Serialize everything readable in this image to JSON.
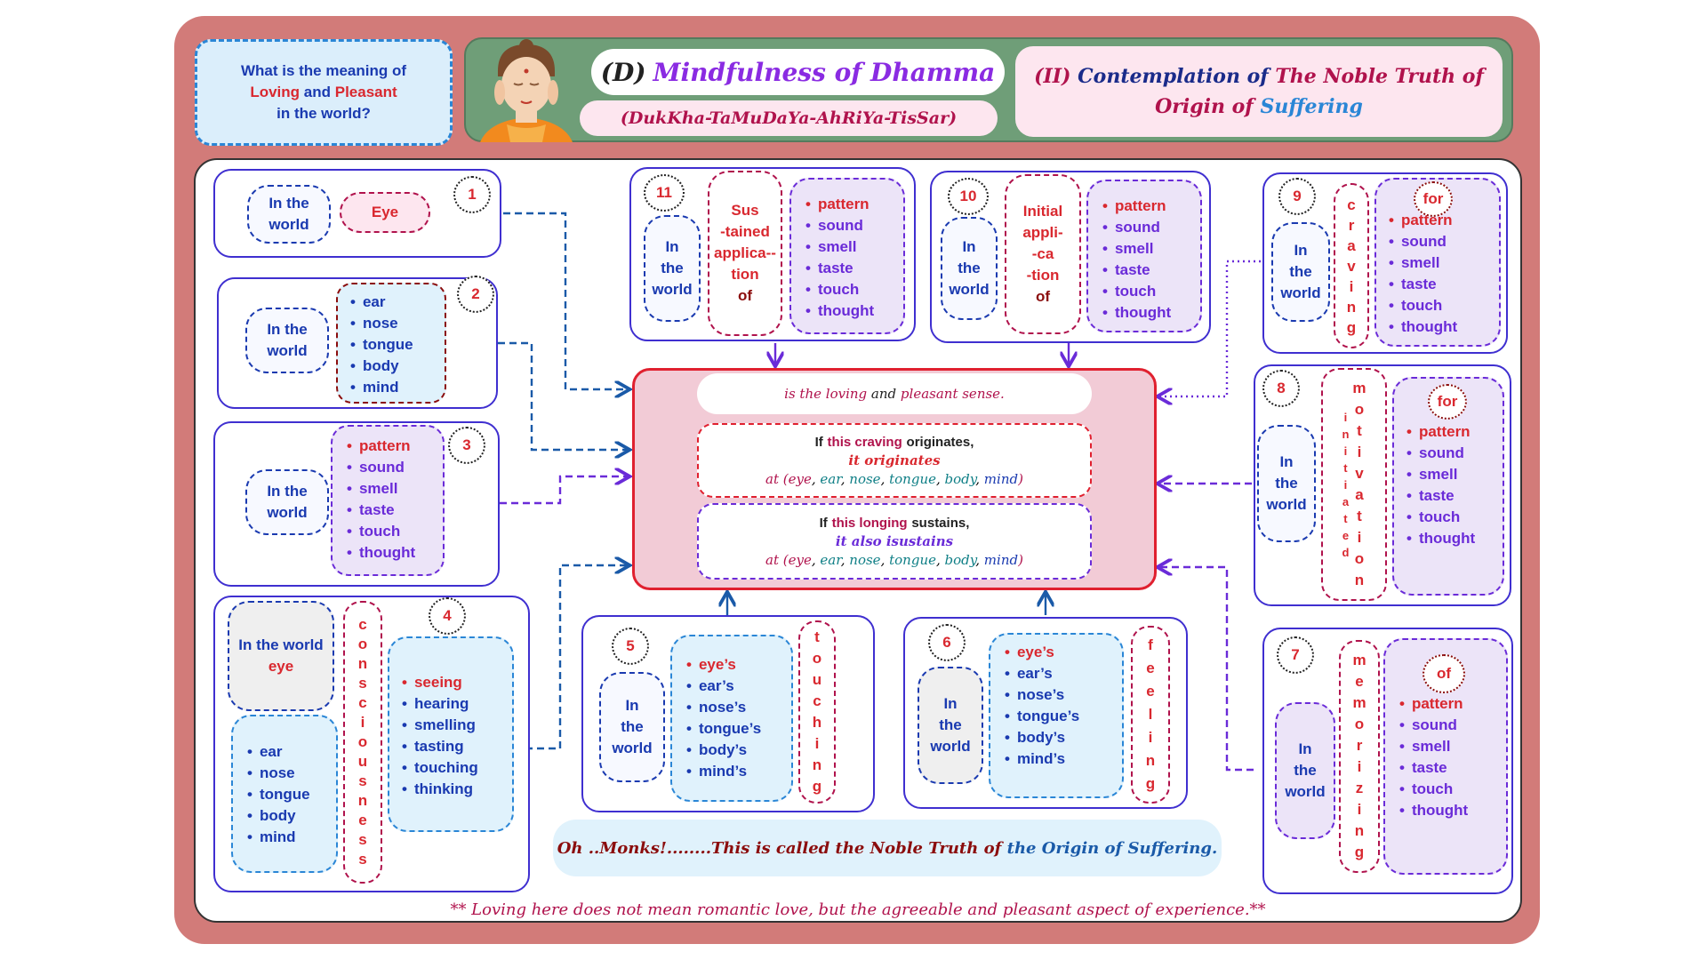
{
  "question": {
    "line1": "What is the meaning of",
    "word_loving": "Loving",
    "word_and": "and",
    "word_pleasant": "Pleasant",
    "line3": "in the world?"
  },
  "header": {
    "title_letter": "(D)",
    "title_text": "Mindfulness of Dhamma",
    "subtitle": "(DukKha-TaMuDaYa-AhRiYa-TisSar)",
    "contemplation_num": "(II)",
    "contemplation_text": "Contemplation of",
    "noble_truth": "The Noble Truth of",
    "origin_of": "Origin of",
    "suffering": "Suffering"
  },
  "center": {
    "sense_a": "is the loving",
    "sense_b": "and",
    "sense_c": "pleasant sense.",
    "origin_if": "If",
    "origin_craving": "this craving",
    "origin_originates": "originates,",
    "origin_it": "it  originates",
    "sustain_if": "If",
    "sustain_longing": "this longing",
    "sustain_sustains": "sustains,",
    "sustain_it": "it also isustains",
    "at_prefix": "at (",
    "at_organs": [
      "eye",
      "ear",
      "nose",
      "tongue",
      "body",
      "mind"
    ],
    "at_suffix": ")"
  },
  "monks": {
    "a": "Oh ..Monks!........This is called the Noble Truth of",
    "b": "the Origin of Suffering",
    "c": "."
  },
  "footnote": "** Loving here does not mean romantic love, but the agreeable and pleasant aspect of experience.**",
  "common": {
    "in_the_world": "In the world",
    "in": "In",
    "the": "the",
    "world": "world"
  },
  "boxes": {
    "b1": {
      "num": "1",
      "organ": "Eye"
    },
    "b2": {
      "num": "2",
      "items": [
        "ear",
        "nose",
        "tongue",
        "body",
        "mind"
      ]
    },
    "b3": {
      "num": "3",
      "items": [
        "pattern",
        "sound",
        "smell",
        "taste",
        "touch",
        "thought"
      ]
    },
    "b4": {
      "num": "4",
      "top_label_a": "In the  world",
      "top_label_b": "eye",
      "organs": [
        "ear",
        "nose",
        "tongue",
        "body",
        "mind"
      ],
      "vertical": "consciousness",
      "actions": [
        "seeing",
        "hearing",
        "smelling",
        "tasting",
        "touching",
        "thinking"
      ]
    },
    "b5": {
      "num": "5",
      "items": [
        "eye’s",
        "ear’s",
        "nose’s",
        "tongue’s",
        "body’s",
        "mind’s"
      ],
      "vertical": "touching"
    },
    "b6": {
      "num": "6",
      "items": [
        "eye’s",
        "ear’s",
        "nose’s",
        "tongue’s",
        "body’s",
        "mind’s"
      ],
      "vertical": "feeling"
    },
    "b7": {
      "num": "7",
      "vertical": "memorizing",
      "of": "of",
      "items": [
        "pattern",
        "sound",
        "smell",
        "taste",
        "touch",
        "thought"
      ]
    },
    "b8": {
      "num": "8",
      "vertical_a": "initiated",
      "vertical_b": "motivation",
      "for": "for",
      "items": [
        "pattern",
        "sound",
        "smell",
        "taste",
        "touch",
        "thought"
      ]
    },
    "b9": {
      "num": "9",
      "vertical": "craving",
      "for": "for",
      "items": [
        "pattern",
        "sound",
        "smell",
        "taste",
        "touch",
        "thought"
      ]
    },
    "b10": {
      "num": "10",
      "label": [
        "Initial",
        "appli-",
        "-ca",
        "-tion",
        "of"
      ],
      "items": [
        "pattern",
        "sound",
        "smell",
        "taste",
        "touch",
        "thought"
      ]
    },
    "b11": {
      "num": "11",
      "label": [
        "Sus",
        "-tained",
        "applica--",
        "tion",
        "of"
      ],
      "items": [
        "pattern",
        "sound",
        "smell",
        "taste",
        "touch",
        "thought"
      ]
    }
  },
  "colors": {
    "frame": "#d27b79",
    "banner": "#6f9e78",
    "center_fill": "#f2cbd6",
    "center_border": "#e0202f",
    "blue_arrow": "#1a5aa8",
    "purple_arrow": "#6a2bd8"
  }
}
